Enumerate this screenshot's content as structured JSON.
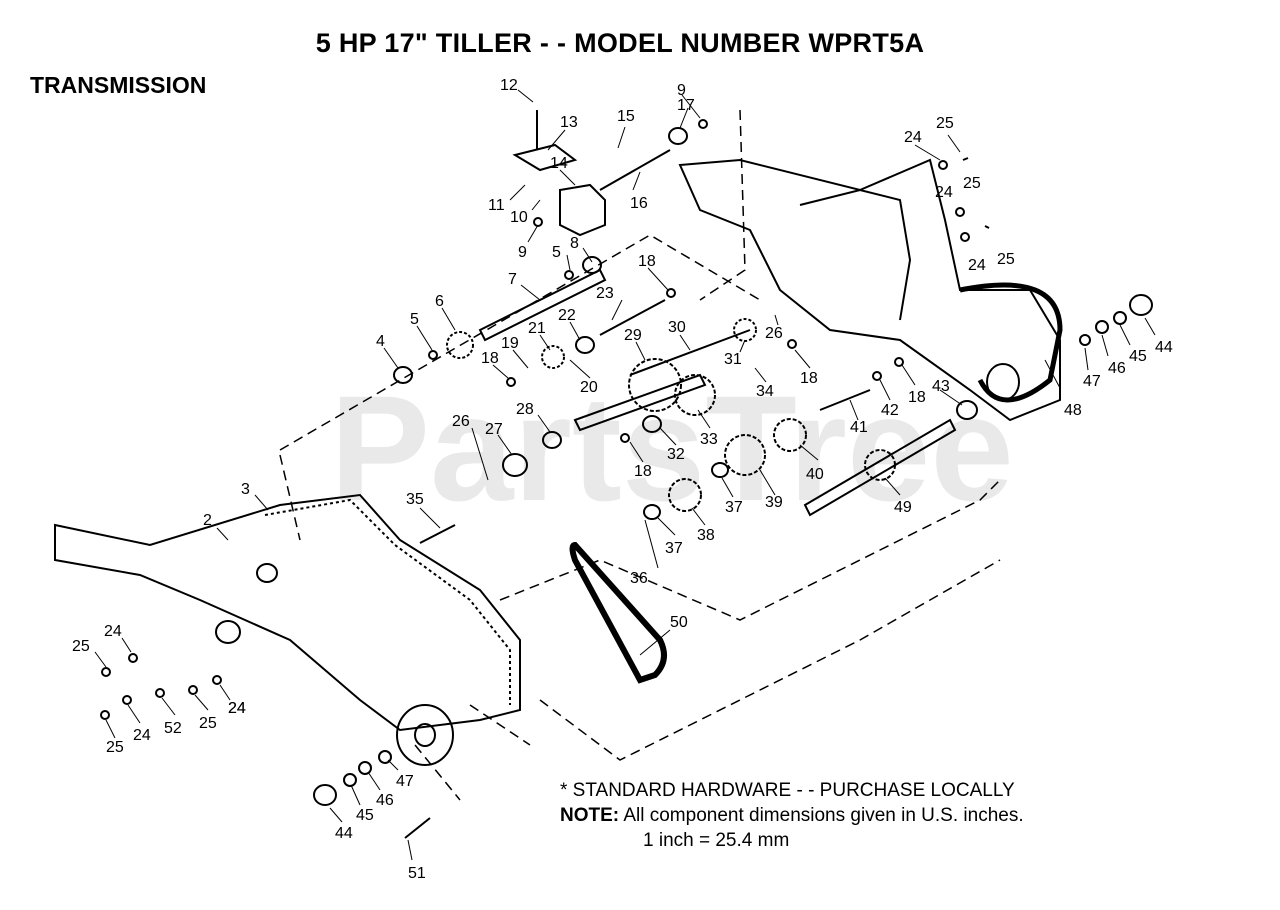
{
  "title": "5 HP 17\" TILLER - - MODEL NUMBER WPRT5A",
  "section": "TRANSMISSION",
  "watermark": "PartsTree",
  "notes": {
    "standard_hardware": "* STANDARD HARDWARE - - PURCHASE LOCALLY",
    "note_label": "NOTE:",
    "note_line1": "All component dimensions given in U.S. inches.",
    "note_line2": "1 inch = 25.4 mm"
  },
  "callouts": [
    "12",
    "13",
    "15",
    "17",
    "9",
    "14",
    "11",
    "10",
    "16",
    "9",
    "5",
    "8",
    "7",
    "6",
    "5",
    "4",
    "18",
    "23",
    "22",
    "21",
    "19",
    "18",
    "20",
    "29",
    "30",
    "31",
    "26",
    "18",
    "34",
    "33",
    "28",
    "27",
    "26",
    "32",
    "18",
    "41",
    "42",
    "18",
    "43",
    "40",
    "39",
    "37",
    "38",
    "37",
    "36",
    "35",
    "3",
    "2",
    "49",
    "50",
    "24",
    "25",
    "24",
    "25",
    "24",
    "25",
    "48",
    "47",
    "46",
    "45",
    "44",
    "25",
    "24",
    "24",
    "25",
    "24",
    "52",
    "25",
    "24",
    "47",
    "46",
    "45",
    "44",
    "51"
  ]
}
